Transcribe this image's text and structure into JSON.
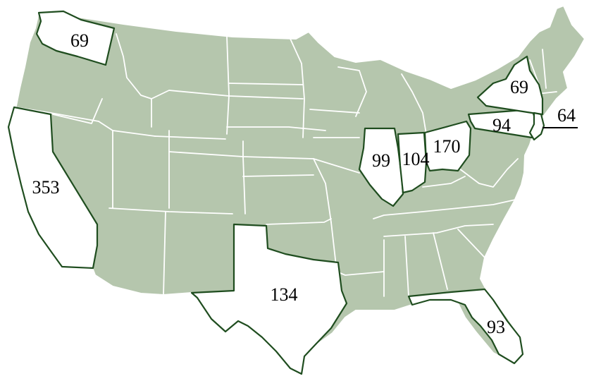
{
  "map": {
    "colors": {
      "background": "#ffffff",
      "land": "#b5c6ad",
      "highlight_fill": "#ffffff",
      "highlight_border": "#1f4d1f",
      "state_border": "#ffffff"
    },
    "labels": {
      "wa": "69",
      "ca": "353",
      "tx": "134",
      "il": "99",
      "in": "104",
      "oh": "170",
      "pa": "94",
      "ny": "69",
      "nj": "64",
      "fl": "93"
    }
  }
}
